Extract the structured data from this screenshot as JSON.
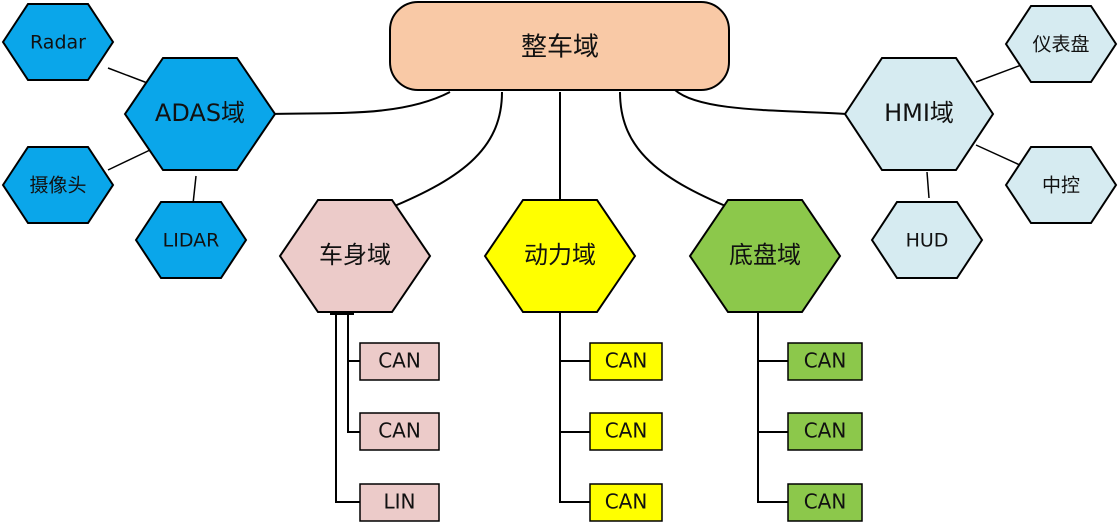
{
  "colors": {
    "root_fill": "#F9C9A6",
    "adas_fill": "#0AA6EA",
    "hmi_fill": "#D6EBF1",
    "body_fill": "#ECCBC9",
    "power_fill": "#FFFF00",
    "chassis_fill": "#8CC84B",
    "stroke": "#000000"
  },
  "root": {
    "label": "整车域"
  },
  "adas": {
    "label": "ADAS域",
    "sensors": {
      "radar": "Radar",
      "camera": "摄像头",
      "lidar": "LIDAR"
    }
  },
  "hmi": {
    "label": "HMI域",
    "devices": {
      "cluster": "仪表盘",
      "center_console": "中控",
      "hud": "HUD"
    }
  },
  "body_domain": {
    "label": "车身域",
    "buses": [
      "CAN",
      "CAN",
      "LIN"
    ]
  },
  "power_domain": {
    "label": "动力域",
    "buses": [
      "CAN",
      "CAN",
      "CAN"
    ]
  },
  "chassis_domain": {
    "label": "底盘域",
    "buses": [
      "CAN",
      "CAN",
      "CAN"
    ]
  }
}
